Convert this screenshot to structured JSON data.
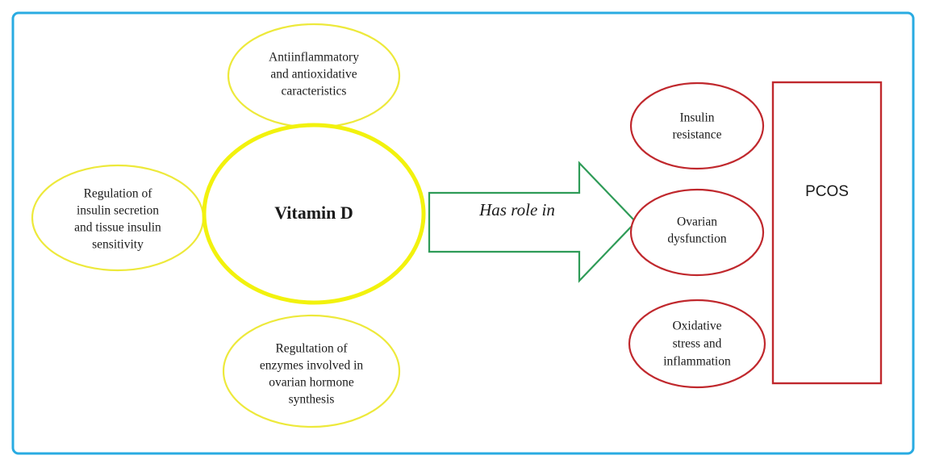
{
  "figure": {
    "frame_color": "#29ABE2",
    "background": "#ffffff"
  },
  "colors": {
    "center_node_stroke": "#F2F20D",
    "satellite_stroke": "#EDE93B",
    "arrow_stroke": "#2E9B57",
    "outcome_stroke": "#C0282D",
    "text": "#1a1a1a"
  },
  "center_node": {
    "label": "Vitamin D"
  },
  "satellite_nodes": [
    {
      "name": "antiinflammatory",
      "lines": [
        "Antiinflammatory",
        "and antioxidative",
        "caracteristics"
      ]
    },
    {
      "name": "insulin-regulation",
      "lines": [
        "Regulation of",
        "insulin secretion",
        "and tissue insulin",
        "sensitivity"
      ]
    },
    {
      "name": "enzyme-regulation",
      "lines": [
        "Regultation of",
        "enzymes involved in",
        "ovarian hormone",
        "synthesis"
      ]
    }
  ],
  "connector": {
    "label": "Has role in",
    "shape": "block-arrow",
    "direction": "right"
  },
  "outcome_nodes": [
    {
      "name": "insulin-resistance",
      "lines": [
        "Insulin",
        "resistance"
      ]
    },
    {
      "name": "ovarian-dysfunction",
      "lines": [
        "Ovarian",
        "dysfunction"
      ]
    },
    {
      "name": "oxidative-stress",
      "lines": [
        "Oxidative",
        "stress and",
        "inflammation"
      ]
    }
  ],
  "outcome_group": {
    "label": "PCOS"
  }
}
